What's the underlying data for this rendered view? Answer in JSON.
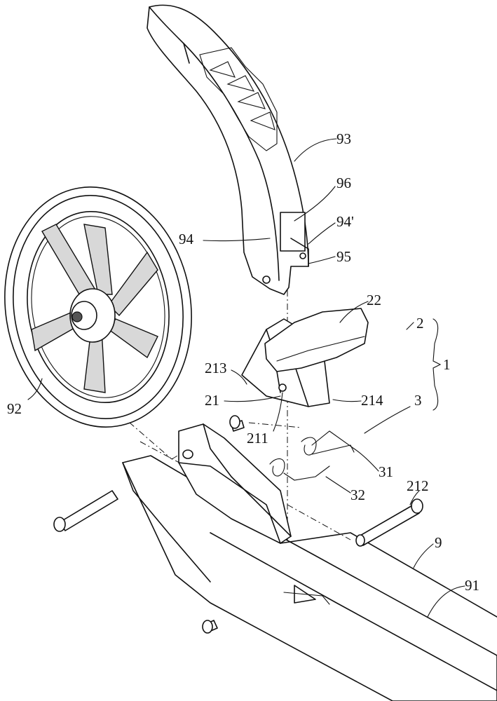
{
  "labels": {
    "n93": "93",
    "n96": "96",
    "n94p": "94'",
    "n94": "94",
    "n95": "95",
    "n22": "22",
    "n2": "2",
    "n1": "1",
    "n213": "213",
    "n21": "21",
    "n214": "214",
    "n3": "3",
    "n92": "92",
    "n211": "211",
    "n31": "31",
    "n32": "32",
    "n212": "212",
    "n9": "9",
    "n91": "91"
  }
}
